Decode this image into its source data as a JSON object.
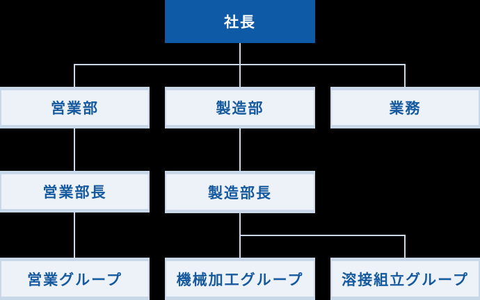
{
  "org_chart": {
    "root": {
      "label": "社長"
    },
    "departments": [
      {
        "label": "営業部"
      },
      {
        "label": "製造部"
      },
      {
        "label": "業務"
      }
    ],
    "managers": [
      {
        "label": "営業部長"
      },
      {
        "label": "製造部長"
      }
    ],
    "groups": [
      {
        "label": "営業グループ"
      },
      {
        "label": "機械加工グループ"
      },
      {
        "label": "溶接組立グループ"
      }
    ],
    "structure": {
      "社長": [
        "営業部",
        "製造部",
        "業務"
      ],
      "営業部": [
        "営業部長"
      ],
      "製造部": [
        "製造部長"
      ],
      "営業部長": [
        "営業グループ"
      ],
      "製造部長": [
        "機械加工グループ",
        "溶接組立グループ"
      ]
    },
    "colors": {
      "background": "#000000",
      "root_box_fill": "#0e5aa7",
      "root_box_text": "#ffffff",
      "node_box_fill": "#edf2f8",
      "node_box_border": "#c9d8e8",
      "node_text": "#15599f",
      "connector": "#ccd9e8"
    }
  }
}
